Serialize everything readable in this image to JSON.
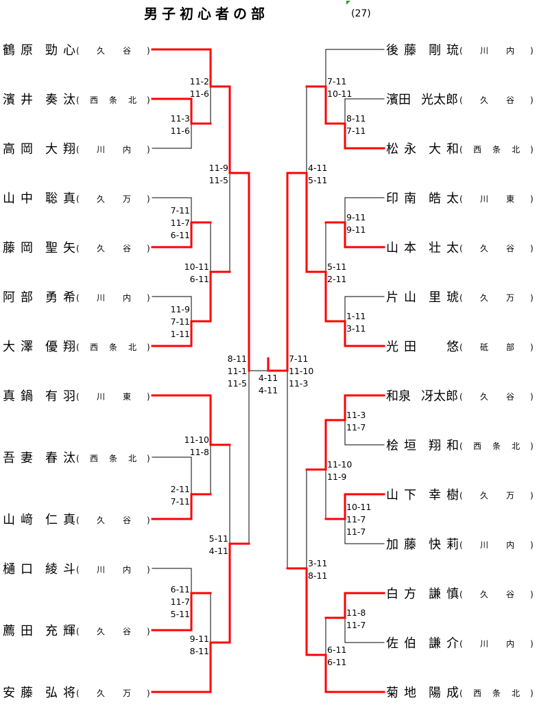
{
  "title": "男子初心者の部",
  "entry_count": "(27)",
  "colors": {
    "winner": "#ff0000",
    "line": "#000000",
    "marker": "#2e9e2e"
  },
  "left_players": [
    {
      "family": "鶴原",
      "given": "勁心",
      "school": "久谷"
    },
    {
      "family": "濱井",
      "given": "奏汰",
      "school": "西条北"
    },
    {
      "family": "高岡",
      "given": "大翔",
      "school": "川内"
    },
    {
      "family": "山中",
      "given": "聡真",
      "school": "久万"
    },
    {
      "family": "藤岡",
      "given": "聖矢",
      "school": "久谷"
    },
    {
      "family": "阿部",
      "given": "勇希",
      "school": "川内"
    },
    {
      "family": "大澤",
      "given": "優翔",
      "school": "西条北"
    },
    {
      "family": "真鍋",
      "given": "有羽",
      "school": "川東"
    },
    {
      "family": "吾妻",
      "given": "春汰",
      "school": "西条北"
    },
    {
      "family": "山﨑",
      "given": "仁真",
      "school": "久谷"
    },
    {
      "family": "樋口",
      "given": "綾斗",
      "school": "川内"
    },
    {
      "family": "薦田",
      "given": "充輝",
      "school": "久谷"
    },
    {
      "family": "安藤",
      "given": "弘将",
      "school": "久万"
    }
  ],
  "right_players": [
    {
      "family": "後藤",
      "given": "剛琉",
      "school": "川内"
    },
    {
      "family": "濱田",
      "given": "光太郎",
      "school": "久谷"
    },
    {
      "family": "松永",
      "given": "大和",
      "school": "西条北"
    },
    {
      "family": "印南",
      "given": "皓太",
      "school": "川東"
    },
    {
      "family": "山本",
      "given": "壮太",
      "school": "久谷"
    },
    {
      "family": "片山",
      "given": "里琥",
      "school": "久万"
    },
    {
      "family": "光田",
      "given": "悠",
      "school": "砥部"
    },
    {
      "family": "和泉",
      "given": "冴太郎",
      "school": "久谷"
    },
    {
      "family": "桧垣",
      "given": "翔和",
      "school": "西条北"
    },
    {
      "family": "山下",
      "given": "幸樹",
      "school": "久万"
    },
    {
      "family": "加藤",
      "given": "快莉",
      "school": "川内"
    },
    {
      "family": "白方",
      "given": "謙慎",
      "school": "久谷"
    },
    {
      "family": "佐伯",
      "given": "謙介",
      "school": "川内"
    },
    {
      "family": "菊地",
      "given": "陽成",
      "school": "西条北"
    }
  ],
  "matches": {
    "left_r1_a": [
      "11-3",
      "11-6"
    ],
    "left_r2_a": [
      "11-2",
      "11-6"
    ],
    "left_r3_a": [
      "11-9",
      "11-5"
    ],
    "left_r1_b": [
      "7-11",
      "11-7",
      "6-11"
    ],
    "left_r2_b": [
      "10-11",
      "6-11"
    ],
    "left_r1_c": [
      "11-9",
      "7-11",
      "1-11"
    ],
    "left_r2_c": [
      "11-10",
      "11-8"
    ],
    "left_r1_d": [
      "2-11",
      "7-11"
    ],
    "left_r3_b": [
      "5-11",
      "4-11"
    ],
    "left_r1_e": [
      "6-11",
      "11-7",
      "5-11"
    ],
    "left_r2_d": [
      "9-11",
      "8-11"
    ],
    "left_semifinal": [
      "8-11",
      "11-1",
      "11-5"
    ],
    "final": [
      "4-11",
      "4-11"
    ],
    "right_semifinal": [
      "7-11",
      "11-10",
      "11-3"
    ],
    "right_r2_a": [
      "7-11",
      "10-11"
    ],
    "right_r1_a": [
      "8-11",
      "7-11"
    ],
    "right_r3_a": [
      "4-11",
      "5-11"
    ],
    "right_r1_b": [
      "9-11",
      "9-11"
    ],
    "right_r2_b": [
      "5-11",
      "2-11"
    ],
    "right_r1_c": [
      "1-11",
      "3-11"
    ],
    "right_r1_d": [
      "11-3",
      "11-7"
    ],
    "right_r2_c": [
      "11-10",
      "11-9"
    ],
    "right_r1_e": [
      "10-11",
      "11-7",
      "11-7"
    ],
    "right_r3_b": [
      "3-11",
      "8-11"
    ],
    "right_r1_f": [
      "11-8",
      "11-7"
    ],
    "right_r2_d": [
      "6-11",
      "6-11"
    ]
  }
}
